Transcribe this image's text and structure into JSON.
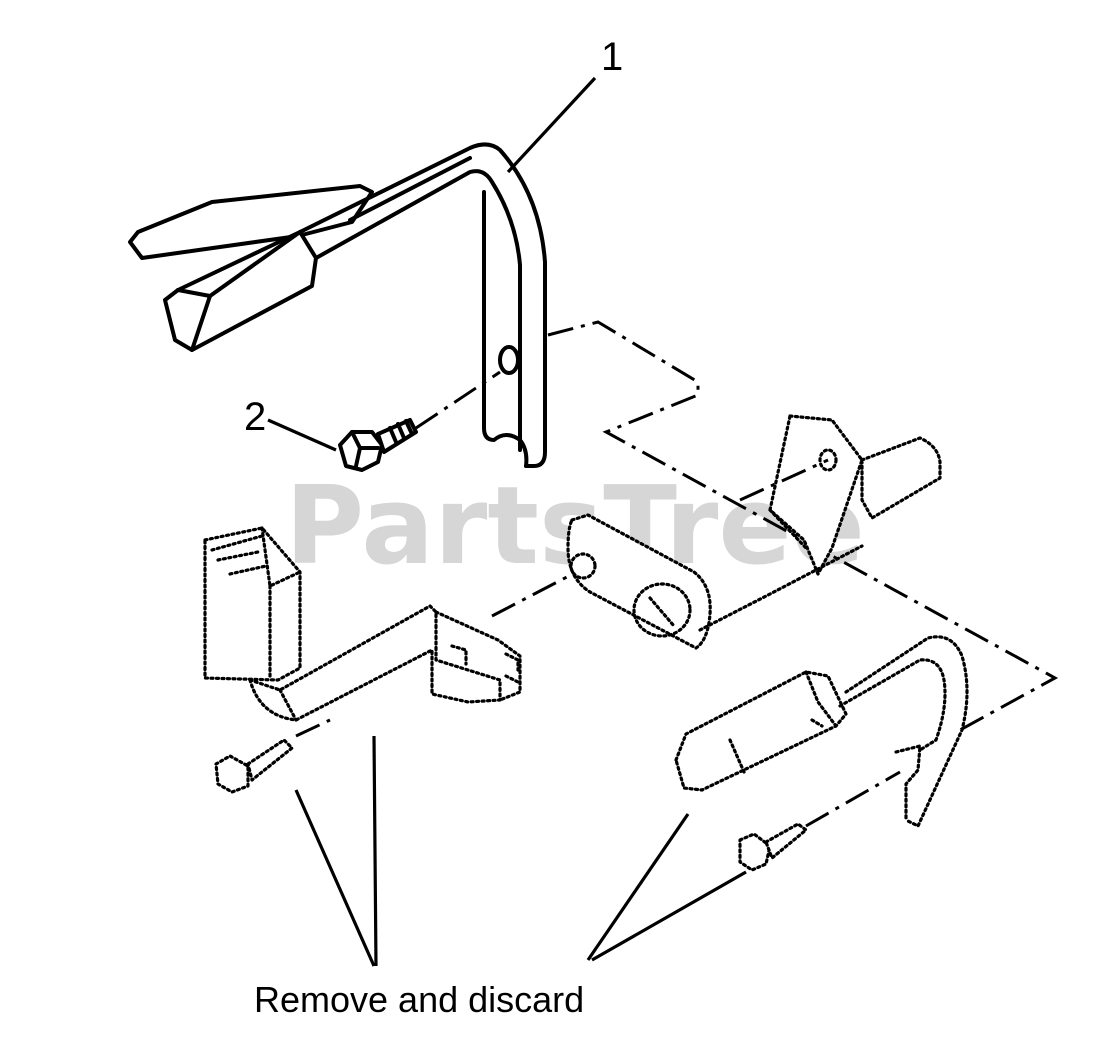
{
  "diagram": {
    "callouts": [
      {
        "id": 1,
        "label": "1"
      },
      {
        "id": 2,
        "label": "2"
      }
    ],
    "caption": "Remove and discard"
  },
  "watermark": {
    "text": "PartsTree",
    "trademark": "™"
  }
}
